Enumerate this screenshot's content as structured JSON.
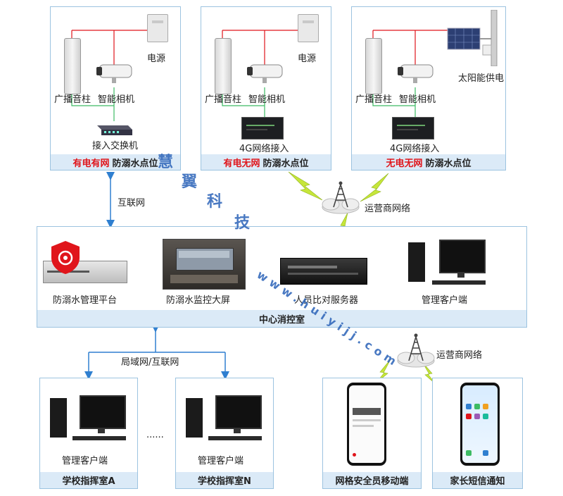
{
  "points": [
    {
      "status_red": "有电有网",
      "title": "防溺水点位",
      "speaker": "广播音柱",
      "camera": "智能相机",
      "power": "电源",
      "net": "接入交换机"
    },
    {
      "status_red": "有电无网",
      "title": "防溺水点位",
      "speaker": "广播音柱",
      "camera": "智能相机",
      "power": "电源",
      "net": "4G网络接入"
    },
    {
      "status_red": "无电无网",
      "title": "防溺水点位",
      "speaker": "广播音柱",
      "camera": "智能相机",
      "power": "太阳能供电",
      "net": "4G网络接入"
    }
  ],
  "links": {
    "internet": "互联网",
    "carrier_top": "运营商网络",
    "carrier_bottom": "运营商网络",
    "lan": "局域网/互联网"
  },
  "center": {
    "title": "中心消控室",
    "items": [
      "防溺水管理平台",
      "防溺水监控大屏",
      "人员比对服务器",
      "管理客户端"
    ]
  },
  "schools": [
    {
      "client": "管理客户端",
      "title": "学校指挥室A"
    },
    {
      "client": "管理客户端",
      "title": "学校指挥室N"
    }
  ],
  "ellipsis": "......",
  "mobile": [
    {
      "title": "网格安全员移动端"
    },
    {
      "title": "家长短信通知"
    }
  ],
  "watermark": {
    "brand": [
      "慧",
      "翼",
      "科",
      "技"
    ],
    "url": "www.huiyijj.com"
  },
  "colors": {
    "red": "#e0151b",
    "green": "#3dbb63",
    "blue": "#2f7fd0",
    "frame": "#9cc3e0",
    "bar": "#dbeaf7",
    "bolt": "#c6e63a"
  }
}
